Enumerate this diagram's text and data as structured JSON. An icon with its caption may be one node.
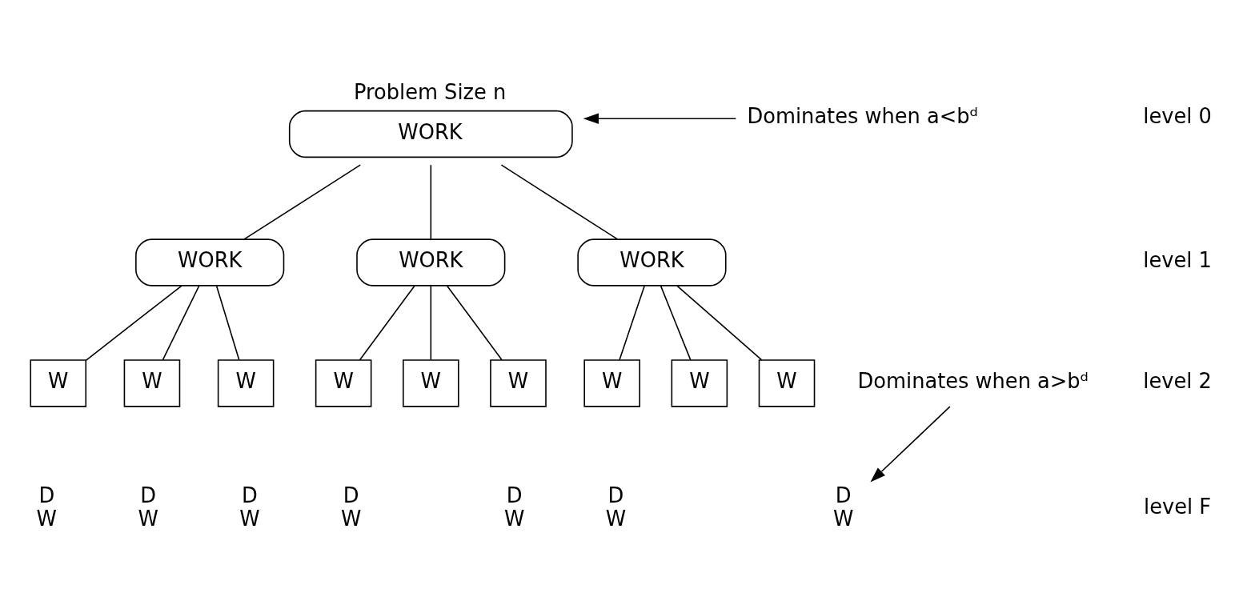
{
  "diagram": {
    "nodes": [
      {
        "text": [
          "WORK"
        ],
        "beside": [
          "Problem Size n"
        ]
      },
      {
        "text": [
          "WORK"
        ]
      },
      {
        "text": [
          "WORK"
        ]
      },
      {
        "text": [
          "WORK"
        ]
      },
      {
        "text": [
          "W"
        ]
      },
      {
        "text": [
          "W"
        ]
      },
      {
        "text": [
          "W"
        ]
      },
      {
        "text": [
          "W"
        ]
      },
      {
        "text": [
          "W"
        ]
      },
      {
        "text": [
          "W"
        ]
      },
      {
        "text": [
          "W"
        ]
      },
      {
        "text": [
          "W"
        ]
      },
      {
        "text": [
          "W"
        ]
      },
      {
        "text": [
          "D",
          "W"
        ]
      },
      {
        "text": [
          "D",
          "W"
        ]
      },
      {
        "text": [
          "D",
          "W"
        ]
      },
      {
        "text": [
          "D",
          "W"
        ]
      },
      {
        "text": [
          "D",
          "W"
        ]
      },
      {
        "text": [
          "D",
          "W"
        ]
      },
      {
        "text": [
          "D",
          "W"
        ]
      },
      {
        "text": [
          "Dominates when a<bᵈ"
        ]
      },
      {
        "text": [
          "Dominates when a>bᵈ"
        ]
      }
    ],
    "edges": [
      {
        "from": 0,
        "to": 1,
        "arrow": "none"
      },
      {
        "from": 0,
        "to": 2,
        "arrow": "none"
      },
      {
        "from": 0,
        "to": 3,
        "arrow": "none"
      },
      {
        "from": 1,
        "to": 4,
        "arrow": "none"
      },
      {
        "from": 1,
        "to": 5,
        "arrow": "none"
      },
      {
        "from": 1,
        "to": 6,
        "arrow": "none"
      },
      {
        "from": 2,
        "to": 7,
        "arrow": "none"
      },
      {
        "from": 2,
        "to": 8,
        "arrow": "none"
      },
      {
        "from": 2,
        "to": 9,
        "arrow": "none"
      },
      {
        "from": 3,
        "to": 10,
        "arrow": "none"
      },
      {
        "from": 3,
        "to": 11,
        "arrow": "none"
      },
      {
        "from": 3,
        "to": 12,
        "arrow": "none"
      },
      {
        "from": 20,
        "to": 0,
        "arrow": "to"
      },
      {
        "from": 21,
        "to": 19,
        "arrow": "to"
      }
    ],
    "labels": [
      "level 0",
      "level 1",
      "level 2",
      "level F"
    ]
  }
}
